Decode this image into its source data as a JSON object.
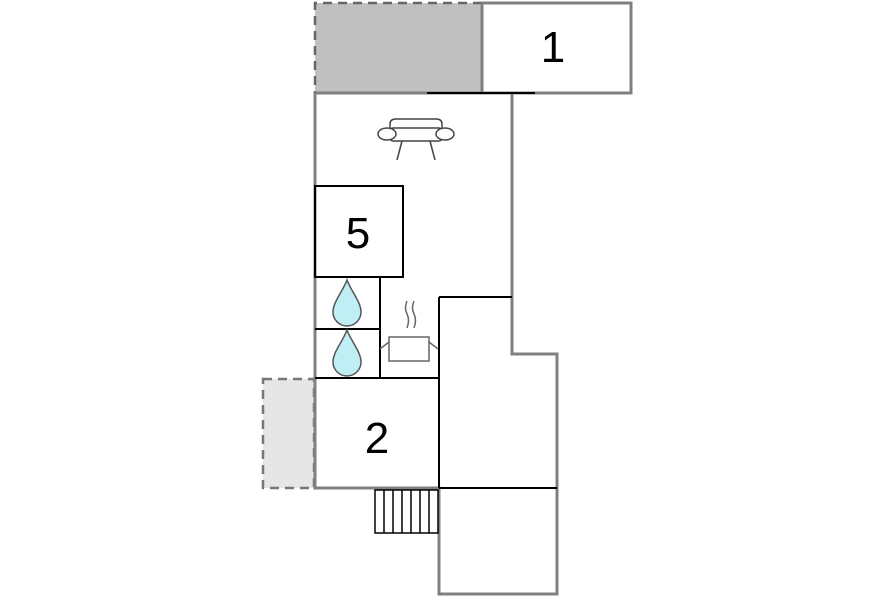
{
  "floor_plan": {
    "rooms": [
      {
        "id": "room-1",
        "number": "1"
      },
      {
        "id": "room-2",
        "number": "2"
      },
      {
        "id": "room-5",
        "number": "5"
      }
    ],
    "icons": [
      {
        "id": "sofa",
        "name": "sofa-icon",
        "meaning": "living room"
      },
      {
        "id": "shower-1",
        "name": "water-drop-icon",
        "meaning": "bathroom"
      },
      {
        "id": "shower-2",
        "name": "water-drop-icon",
        "meaning": "bathroom"
      },
      {
        "id": "cooking-pot",
        "name": "cooking-pot-icon",
        "meaning": "kitchen"
      },
      {
        "id": "stairs",
        "name": "stairs-icon",
        "meaning": "stairs"
      }
    ],
    "outdoor_areas": [
      {
        "id": "terrace-top",
        "style": "dashed",
        "fill": "#c0c0c0"
      },
      {
        "id": "terrace-left",
        "style": "dashed",
        "fill": "#e6e6e6"
      }
    ],
    "colors": {
      "outer_wall": "#808080",
      "inner_wall": "#000000",
      "water": "#bfeff5",
      "terrace_dark": "#c0c0c0",
      "terrace_light": "#e6e6e6"
    }
  }
}
